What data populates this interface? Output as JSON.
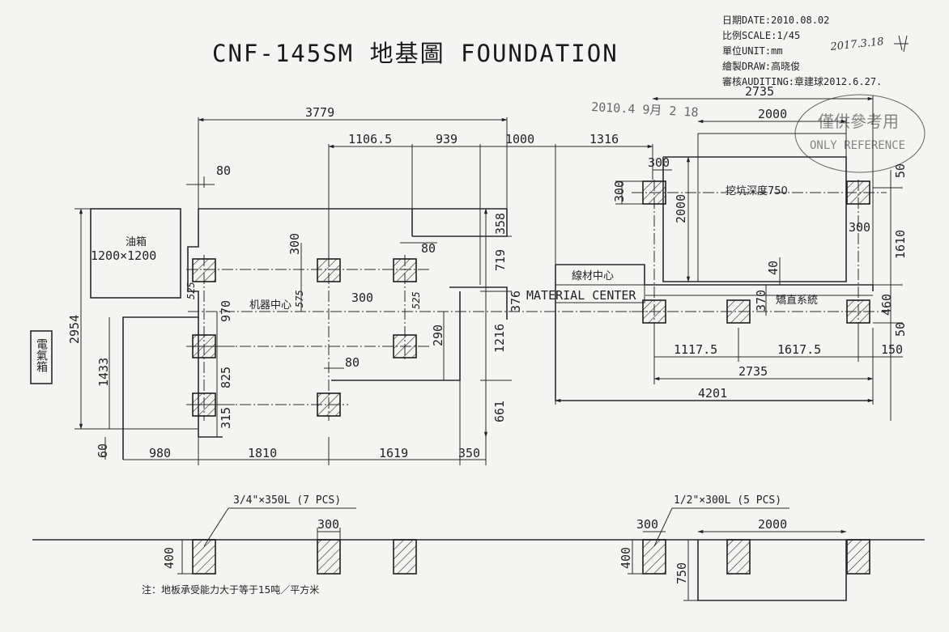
{
  "title": "CNF-145SM 地基圖 FOUNDATION",
  "header_info": {
    "date": "日期DATE:2010.08.02",
    "scale": "比例SCALE:1/45",
    "unit": "單位UNIT:mm",
    "draw": "繪製DRAW:高晓俊",
    "auditing": "審核AUDITING:章建球2012.6.27.",
    "handwritten_date": "2017.3.18"
  },
  "stamps": {
    "received": "2010.4 9月 2 18",
    "reference": "僅供參考用",
    "reference_en": "ONLY REFERENCE"
  },
  "labels": {
    "oil_tank": "油箱",
    "oil_tank_size": "1200×1200",
    "electric_box": "電氣箱",
    "machine_center": "机器中心",
    "material_center_cn": "線材中心",
    "material_center_en": "MATERIAL CENTER",
    "pit_depth": "挖坑深度750",
    "straightening_system": "矯直系統",
    "anchor_left": "3/4\"×350L (7 PCS)",
    "anchor_right": "1/2\"×300L (5 PCS)",
    "note": "注：地板承受能力大于等于15吨／平方米"
  },
  "dimensions": {
    "d3779": "3779",
    "d1106_5": "1106.5",
    "d939": "939",
    "d1000": "1000",
    "d1316": "1316",
    "d2735_top": "2735",
    "d2000_top": "2000",
    "d80_a": "80",
    "d300_a": "300",
    "d300_b": "300",
    "d2000_v": "2000",
    "d50_a": "50",
    "d300_c": "300",
    "d1610": "1610",
    "d40": "40",
    "d370": "370",
    "d460": "460",
    "d50_b": "50",
    "d300_d": "300",
    "d358": "358",
    "d80_b": "80",
    "d719": "719",
    "d525_a": "525",
    "d575": "575",
    "d300_e": "300",
    "d525_b": "525",
    "d376": "376",
    "d970": "970",
    "d290": "290",
    "d1216": "1216",
    "d2954": "2954",
    "d1433": "1433",
    "d825": "825",
    "d80_c": "80",
    "d315": "315",
    "d661": "661",
    "d60": "60",
    "d980": "980",
    "d1810": "1810",
    "d1619": "1619",
    "d350": "350",
    "d1117_5": "1117.5",
    "d1617_5": "1617.5",
    "d150": "150",
    "d2735_bot": "2735",
    "d4201": "4201",
    "s300_a": "300",
    "s400_a": "400",
    "s300_b": "300",
    "s400_b": "400",
    "s750": "750",
    "s2000": "2000"
  }
}
